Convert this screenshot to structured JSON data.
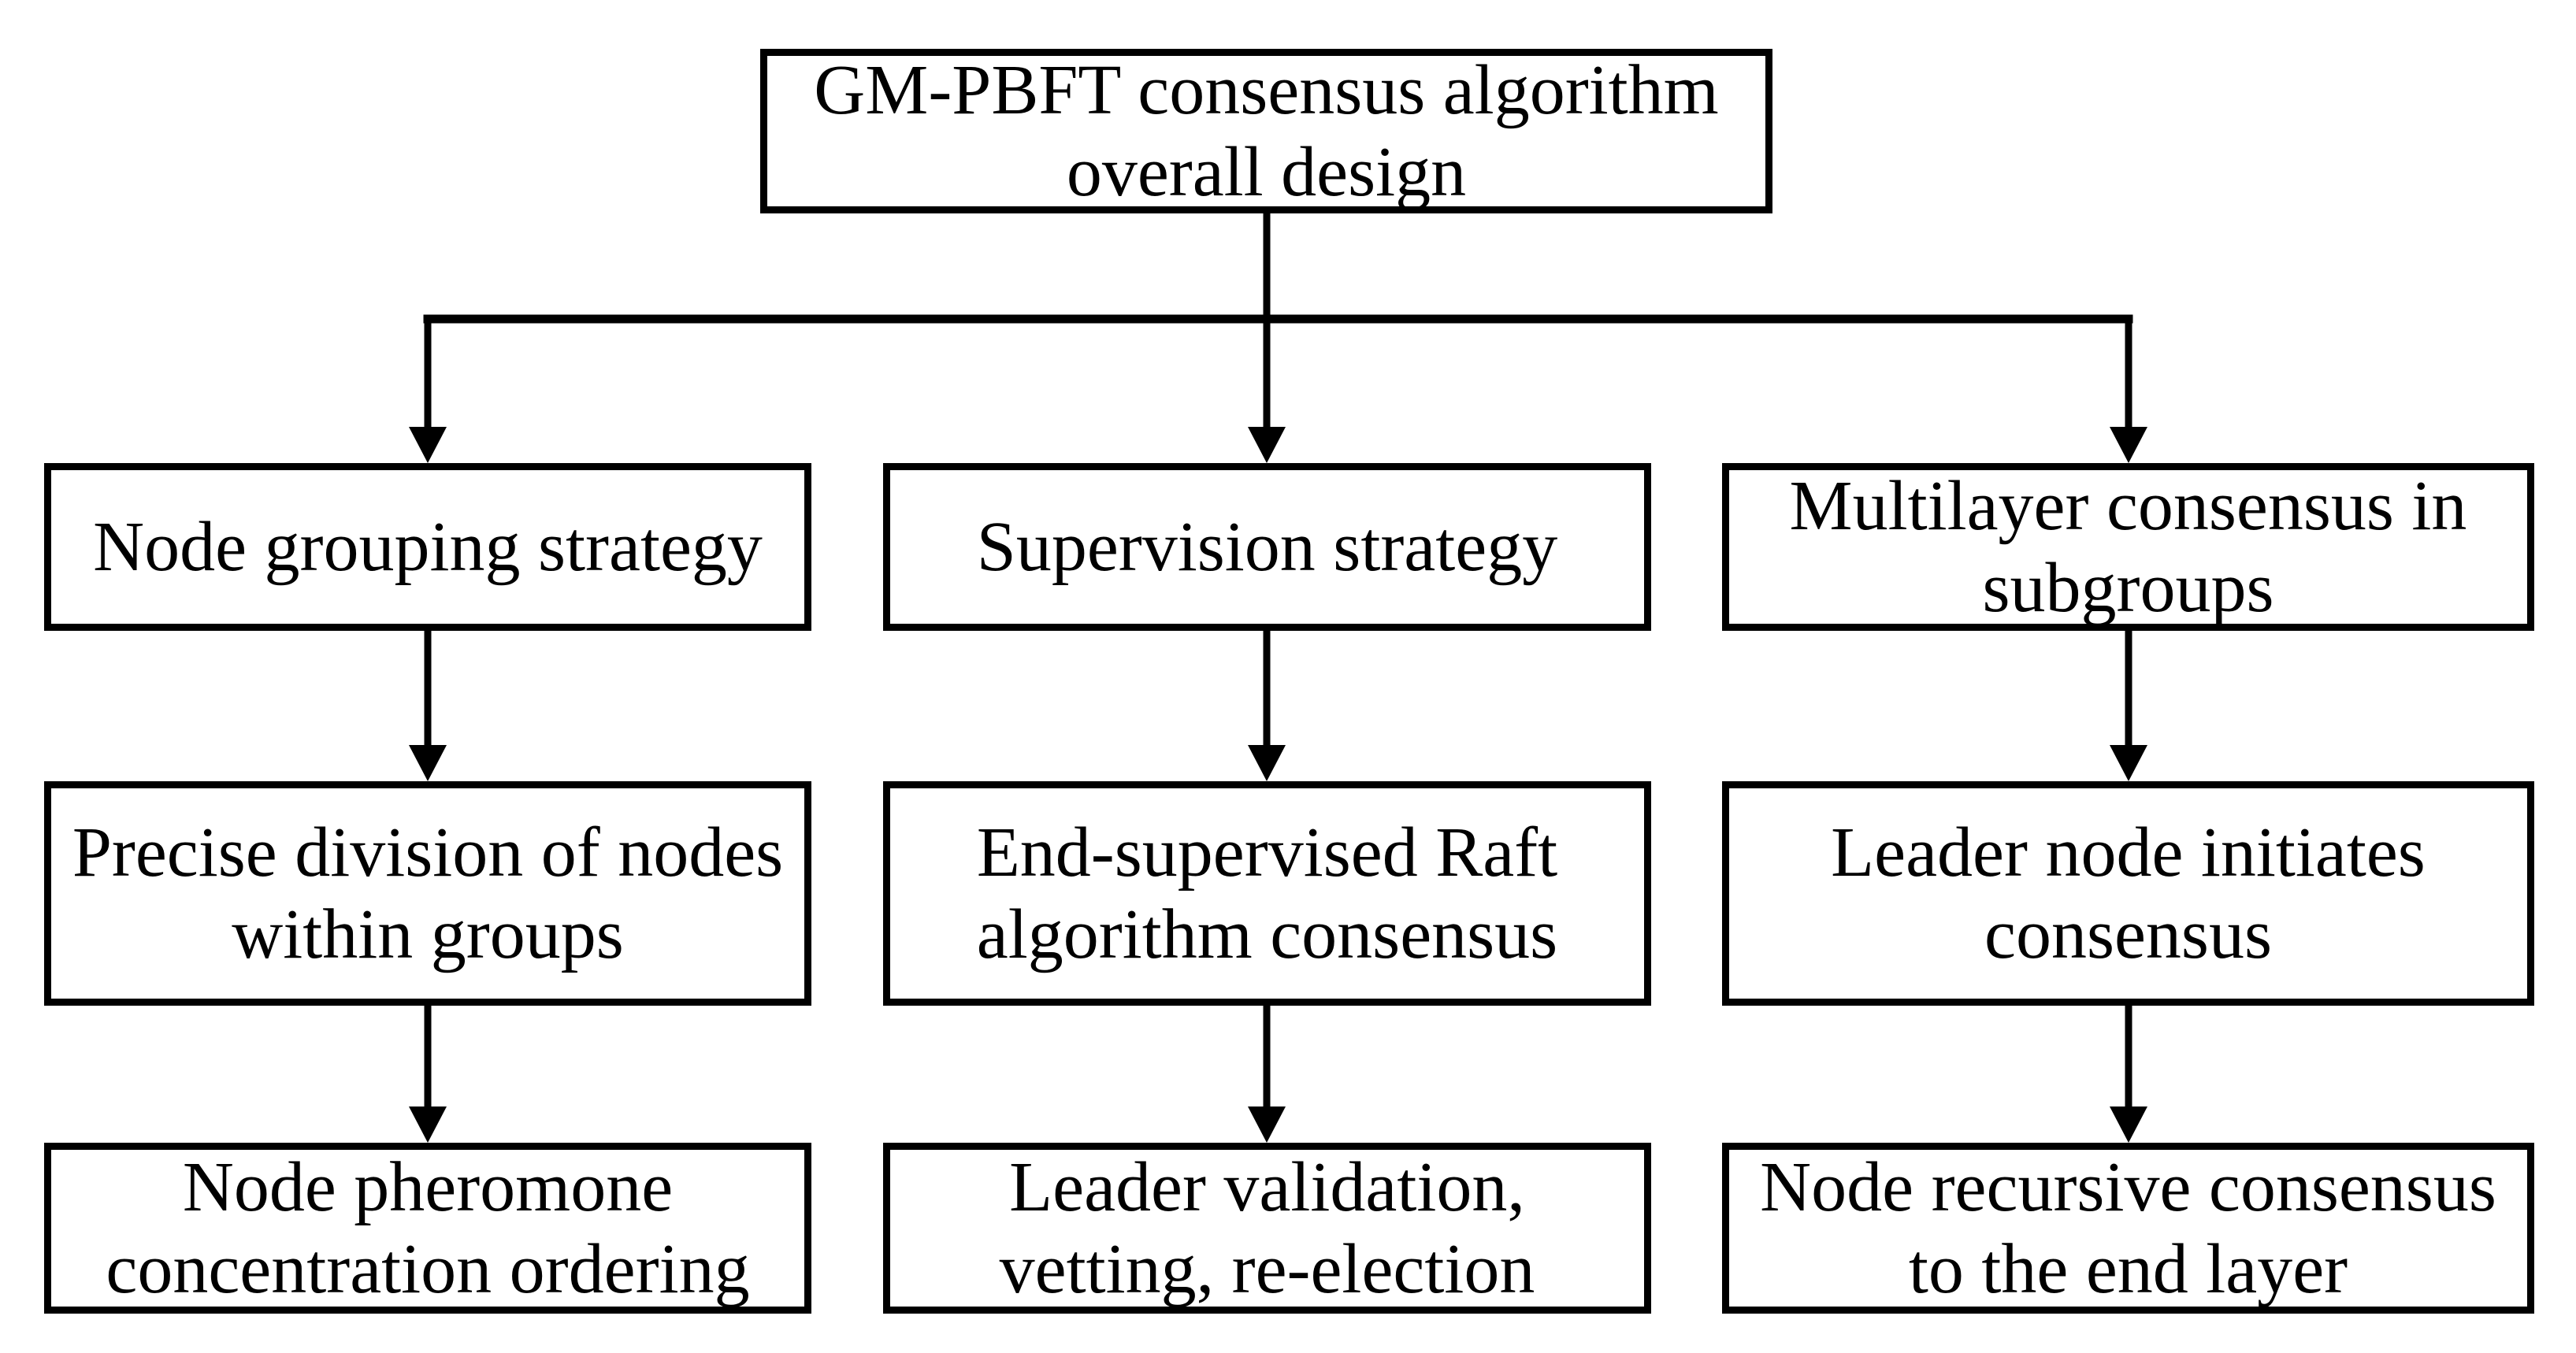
{
  "figure": {
    "colors": {
      "line": "#000000",
      "box_fill": "#ffffff",
      "text": "#000000",
      "background": "#ffffff"
    },
    "root": {
      "label": "GM-PBFT consensus algorithm\noverall design"
    },
    "columns": [
      {
        "boxes": [
          {
            "label": "Node grouping strategy"
          },
          {
            "label": "Precise division of nodes\nwithin groups"
          },
          {
            "label": "Node pheromone\nconcentration ordering"
          }
        ]
      },
      {
        "boxes": [
          {
            "label": "Supervision strategy"
          },
          {
            "label": "End-supervised Raft\nalgorithm consensus"
          },
          {
            "label": "Leader validation,\nvetting, re-election"
          }
        ]
      },
      {
        "boxes": [
          {
            "label": "Multilayer consensus in\nsubgroups"
          },
          {
            "label": "Leader node initiates\nconsensus"
          },
          {
            "label": "Node recursive consensus\nto the end layer"
          }
        ]
      }
    ]
  }
}
